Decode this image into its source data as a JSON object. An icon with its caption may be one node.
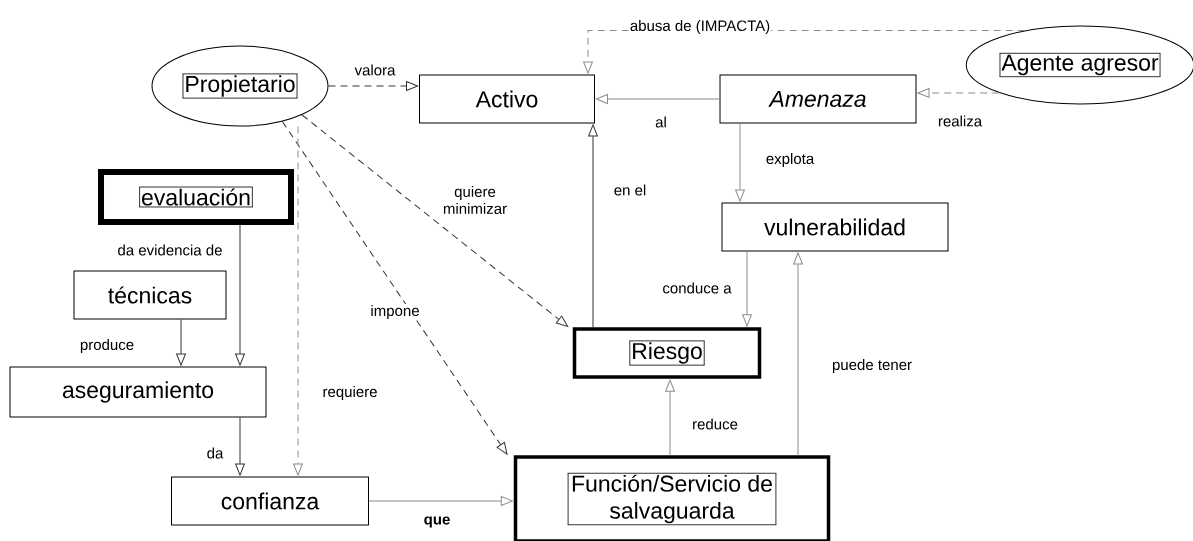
{
  "diagram": {
    "nodes": [
      {
        "text": [
          "Propietario"
        ]
      },
      {
        "text": [
          "Activo"
        ]
      },
      {
        "text": [
          "Amenaza"
        ]
      },
      {
        "text": [
          "Agente agresor"
        ]
      },
      {
        "text": [
          "evaluación"
        ]
      },
      {
        "text": [
          "vulnerabilidad"
        ]
      },
      {
        "text": [
          "técnicas"
        ]
      },
      {
        "text": [
          "Riesgo"
        ]
      },
      {
        "text": [
          "aseguramiento"
        ]
      },
      {
        "text": [
          "confianza"
        ]
      },
      {
        "text": [
          "Función/Servicio de salvaguarda"
        ]
      }
    ],
    "edges": [
      {
        "from": 0,
        "to": 1,
        "arrow": "to",
        "label": "valora",
        "style": "dashed",
        "color": "#333333"
      },
      {
        "from": 3,
        "to": 1,
        "arrow": "to",
        "label": "abusa de (IMPACTA)",
        "style": "dashed"
      },
      {
        "from": 3,
        "to": 2,
        "arrow": "to",
        "label": "realiza",
        "style": "dashed"
      },
      {
        "from": 2,
        "to": 1,
        "arrow": "to",
        "label": "al"
      },
      {
        "from": 2,
        "to": 5,
        "arrow": "to",
        "label": "explota"
      },
      {
        "from": 7,
        "to": 1,
        "arrow": "to",
        "label": "en el",
        "color": "#333333"
      },
      {
        "from": 0,
        "to": 7,
        "arrow": "to",
        "label": "quiere minimizar",
        "style": "dashed",
        "color": "#333333"
      },
      {
        "from": 0,
        "to": 10,
        "arrow": "to",
        "label": "impone",
        "style": "dashed",
        "color": "#333333"
      },
      {
        "from": 0,
        "to": 9,
        "arrow": "to",
        "label": "requiere",
        "style": "dashed"
      },
      {
        "from": 4,
        "to": 8,
        "arrow": "to",
        "label": "da evidencia de",
        "color": "#333333"
      },
      {
        "from": 6,
        "to": 8,
        "arrow": "to",
        "label": "produce",
        "color": "#333333"
      },
      {
        "from": 8,
        "to": 9,
        "arrow": "to",
        "label": "da",
        "color": "#333333"
      },
      {
        "from": 5,
        "to": 7,
        "arrow": "to",
        "label": "conduce a"
      },
      {
        "from": 10,
        "to": 7,
        "arrow": "to",
        "label": "reduce"
      },
      {
        "from": 10,
        "to": 5,
        "arrow": "to",
        "label": "puede tener"
      },
      {
        "from": 9,
        "to": 10,
        "arrow": "to",
        "label": "que"
      }
    ]
  }
}
